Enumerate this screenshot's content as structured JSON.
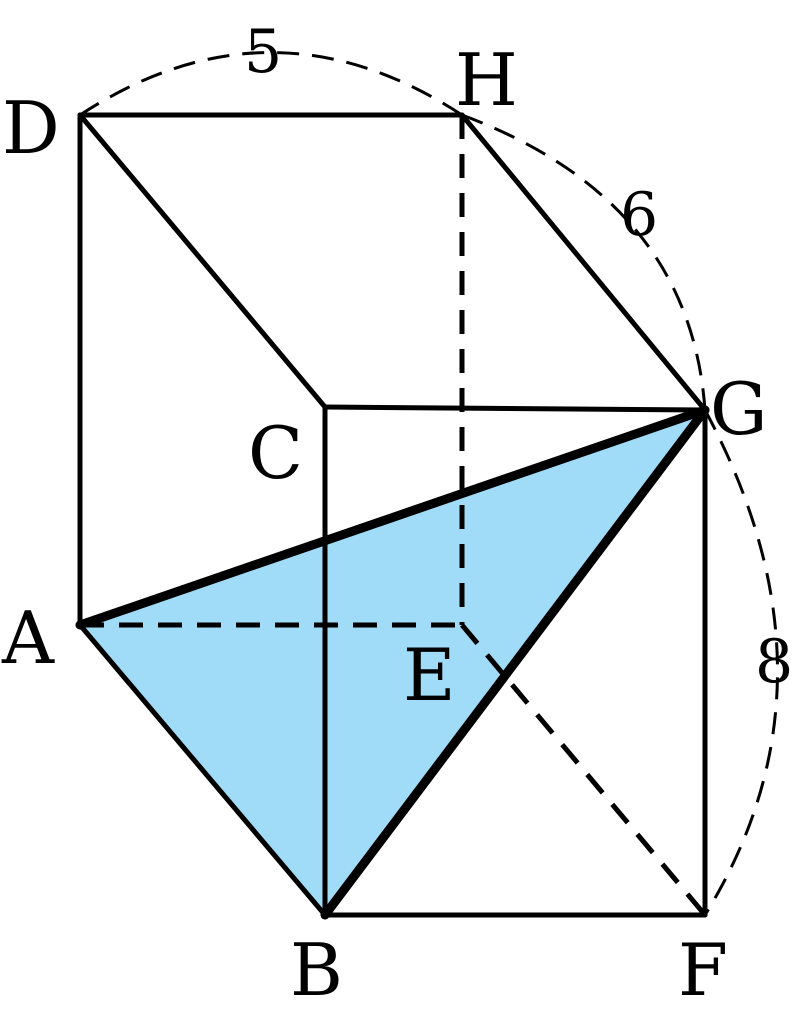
{
  "diagram": {
    "vertices": {
      "A": "A",
      "B": "B",
      "C": "C",
      "D": "D",
      "E": "E",
      "F": "F",
      "G": "G",
      "H": "H"
    },
    "dimensions": {
      "dh": "5",
      "hg": "6",
      "gf": "8"
    },
    "colors": {
      "shaded_face": "#a0dbf7",
      "lines": "#000000"
    }
  }
}
